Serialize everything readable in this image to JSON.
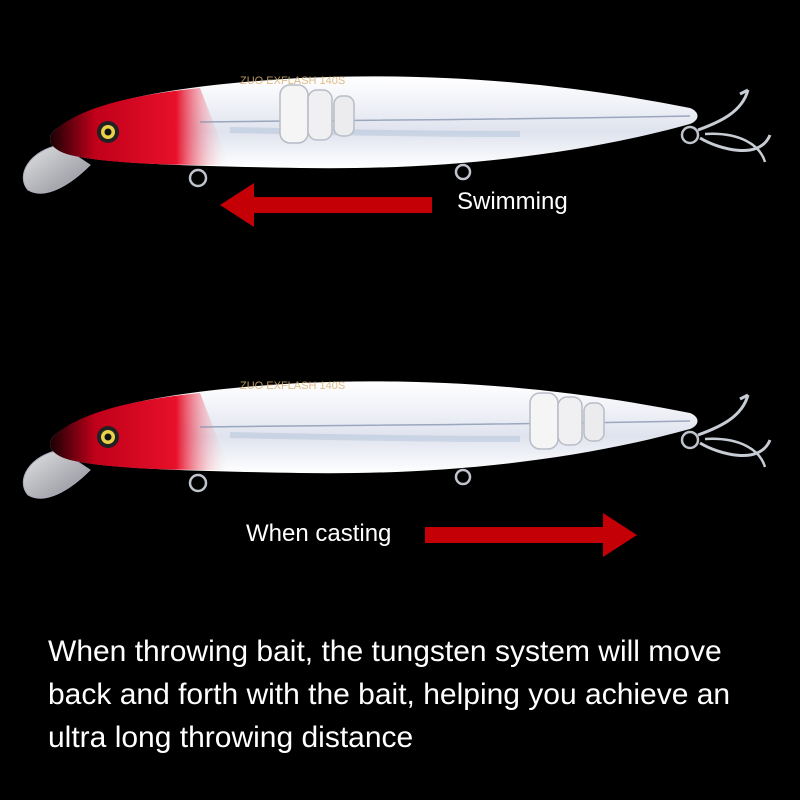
{
  "lure": {
    "brand_text": "ZUO EXFLASH 140S",
    "colors": {
      "head": "#d8001a",
      "body": "#f3f4f8",
      "arrow": "#c40006",
      "background": "#000000"
    }
  },
  "labels": {
    "swimming": "Swimming",
    "casting": "When casting"
  },
  "caption": "When throwing bait, the tungsten system will move back and forth with the bait, helping you achieve an ultra long throwing distance"
}
